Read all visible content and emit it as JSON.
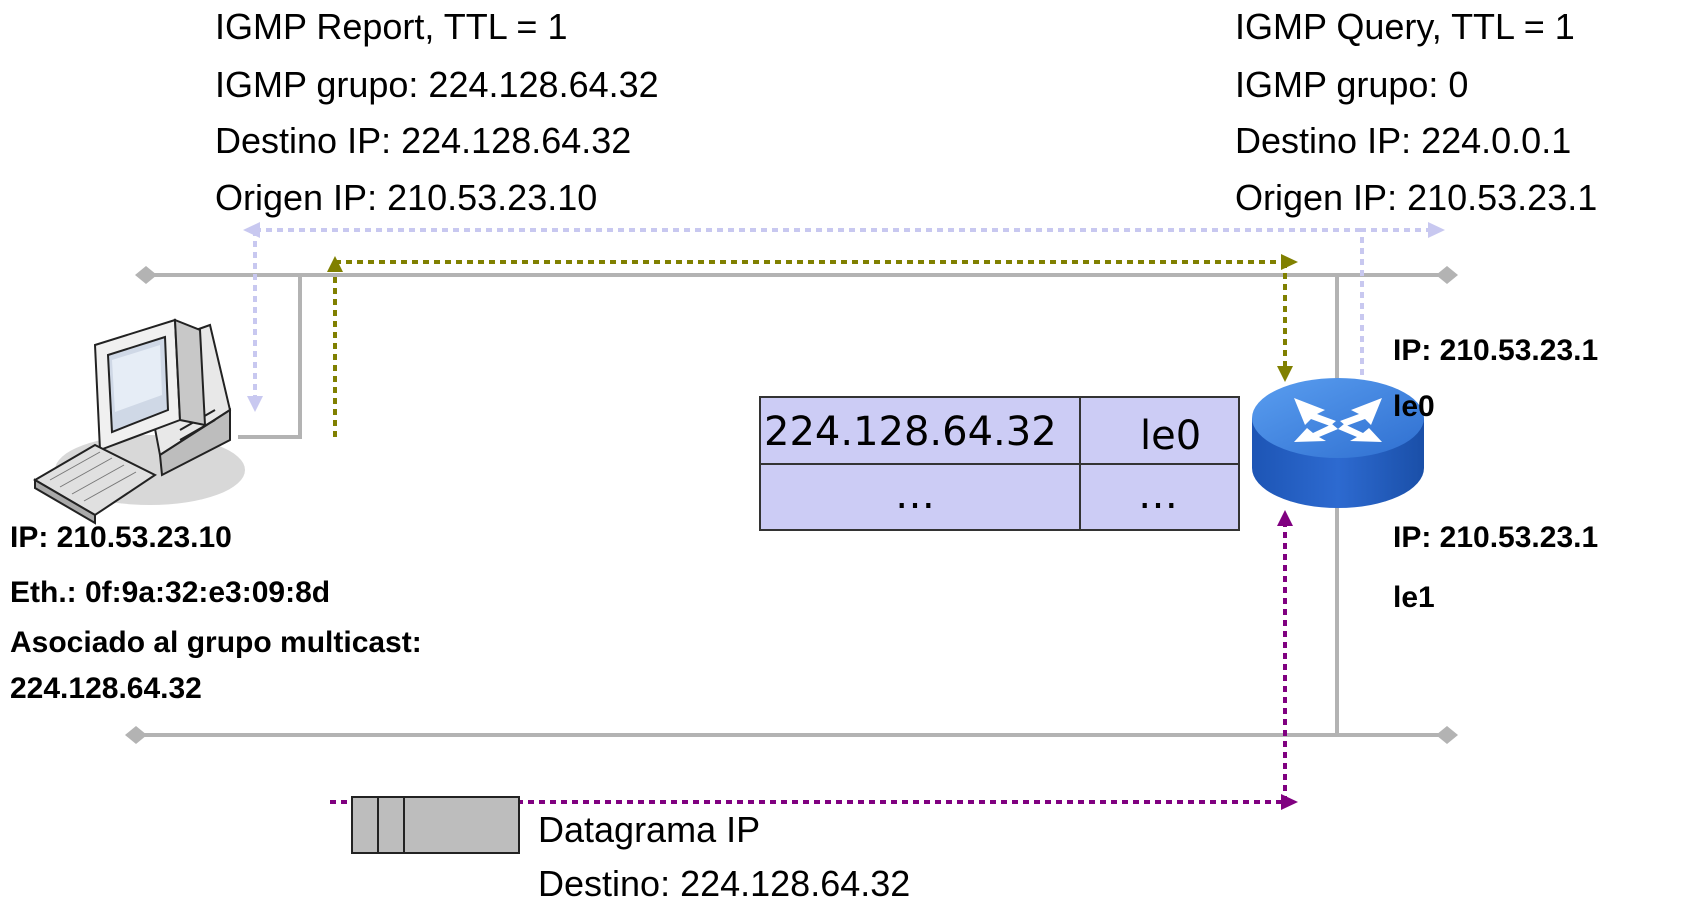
{
  "report_block": {
    "line1": "IGMP Report, TTL = 1",
    "line2": "IGMP grupo: 224.128.64.32",
    "line3": "Destino IP: 224.128.64.32",
    "line4": "Origen IP: 210.53.23.10"
  },
  "query_block": {
    "line1": "IGMP Query, TTL = 1",
    "line2": "IGMP grupo: 0",
    "line3": "Destino IP: 224.0.0.1",
    "line4": "Origen IP: 210.53.23.1"
  },
  "host": {
    "ip": "IP: 210.53.23.10",
    "eth": "Eth.: 0f:9a:32:e3:09:8d",
    "assoc_label": "Asociado al grupo multicast:",
    "group": "224.128.64.32"
  },
  "router": {
    "if0_ip": "IP: 210.53.23.1",
    "if0_name": "le0",
    "if1_ip": "IP: 210.53.23.1",
    "if1_name": "le1"
  },
  "table": {
    "rows": [
      {
        "group": "224.128.64.32",
        "iface": "le0"
      },
      {
        "group": "…",
        "iface": "…"
      }
    ]
  },
  "datagram": {
    "title": "Datagrama IP",
    "dest": "Destino: 224.128.64.32"
  },
  "colors": {
    "bus": "#b3b3b3",
    "igmp_report_arrow": "#808000",
    "igmp_query_arrow": "#c8c8f0",
    "datagram_arrow": "#800080",
    "table_fill": "#ccccf5",
    "router_blue": "#3b7ddd"
  }
}
